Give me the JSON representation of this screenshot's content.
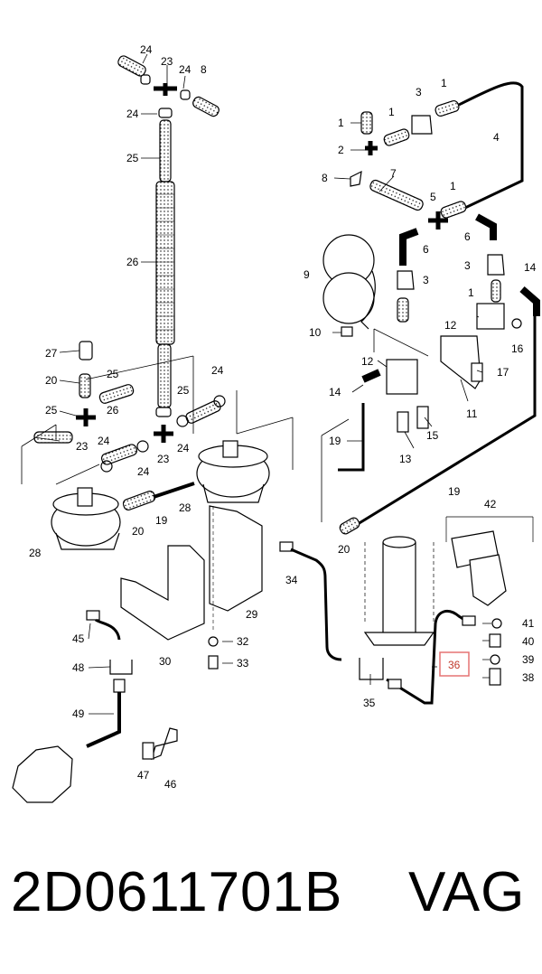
{
  "callouts": {
    "c1a": "1",
    "c1b": "1",
    "c1c": "1",
    "c1d": "1",
    "c1e": "1",
    "c2": "2",
    "c3a": "3",
    "c3b": "3",
    "c3c": "3",
    "c4": "4",
    "c5": "5",
    "c6a": "6",
    "c6b": "6",
    "c7": "7",
    "c8a": "8",
    "c8b": "8",
    "c9": "9",
    "c10": "10",
    "c11": "11",
    "c12a": "12",
    "c12b": "12",
    "c13": "13",
    "c14a": "14",
    "c14b": "14",
    "c15": "15",
    "c16": "16",
    "c17": "17",
    "c19a": "19",
    "c19b": "19",
    "c19c": "19",
    "c20a": "20",
    "c20b": "20",
    "c20c": "20",
    "c23a": "23",
    "c23b": "23",
    "c23c": "23",
    "c24a": "24",
    "c24b": "24",
    "c24c": "24",
    "c24d": "24",
    "c24e": "24",
    "c24f": "24",
    "c24g": "24",
    "c25a": "25",
    "c25b": "25",
    "c25c": "25",
    "c25d": "25",
    "c26a": "26",
    "c26b": "26",
    "c27": "27",
    "c28a": "28",
    "c28b": "28",
    "c29": "29",
    "c30": "30",
    "c32": "32",
    "c33": "33",
    "c34": "34",
    "c35": "35",
    "c36": "36",
    "c38": "38",
    "c39": "39",
    "c40": "40",
    "c41": "41",
    "c42": "42",
    "c45": "45",
    "c46": "46",
    "c47": "47",
    "c48": "48",
    "c49": "49"
  },
  "highlight": {
    "callout": "36",
    "color": "#e57373"
  },
  "footer": {
    "part_number": "2D0611701B",
    "brand": "VAG"
  }
}
